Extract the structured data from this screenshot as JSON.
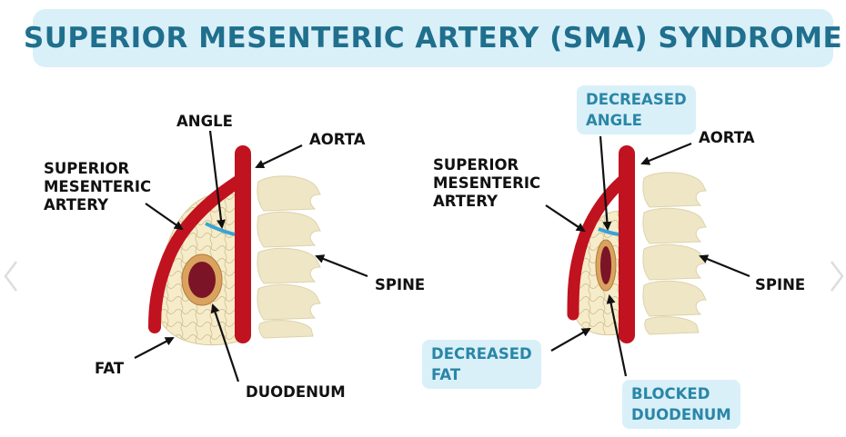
{
  "title": "SUPERIOR MESENTERIC ARTERY (SMA) SYNDROME",
  "left_panel": {
    "angle": "ANGLE",
    "aorta": "AORTA",
    "sma_line1": "SUPERIOR",
    "sma_line2": "MESENTERIC",
    "sma_line3": "ARTERY",
    "spine": "SPINE",
    "fat": "FAT",
    "duodenum": "DUODENUM"
  },
  "right_panel": {
    "angle_line1": "DECREASED",
    "angle_line2": "ANGLE",
    "aorta": "AORTA",
    "sma_line1": "SUPERIOR",
    "sma_line2": "MESENTERIC",
    "sma_line3": "ARTERY",
    "spine": "SPINE",
    "fat_line1": "DECREASED",
    "fat_line2": "FAT",
    "duodenum_line1": "BLOCKED",
    "duodenum_line2": "DUODENUM"
  },
  "colors": {
    "title_text": "#1f6f8d",
    "banner_bg": "#d9f0f9",
    "highlight_text": "#2a86a6",
    "artery": "#c1121f",
    "fat": "#f6ecc9",
    "bone": "#efe6c6",
    "duodenum_outer": "#d9a25e",
    "duodenum_inner": "#7a1426",
    "angle_marker": "#3aa3d6"
  }
}
